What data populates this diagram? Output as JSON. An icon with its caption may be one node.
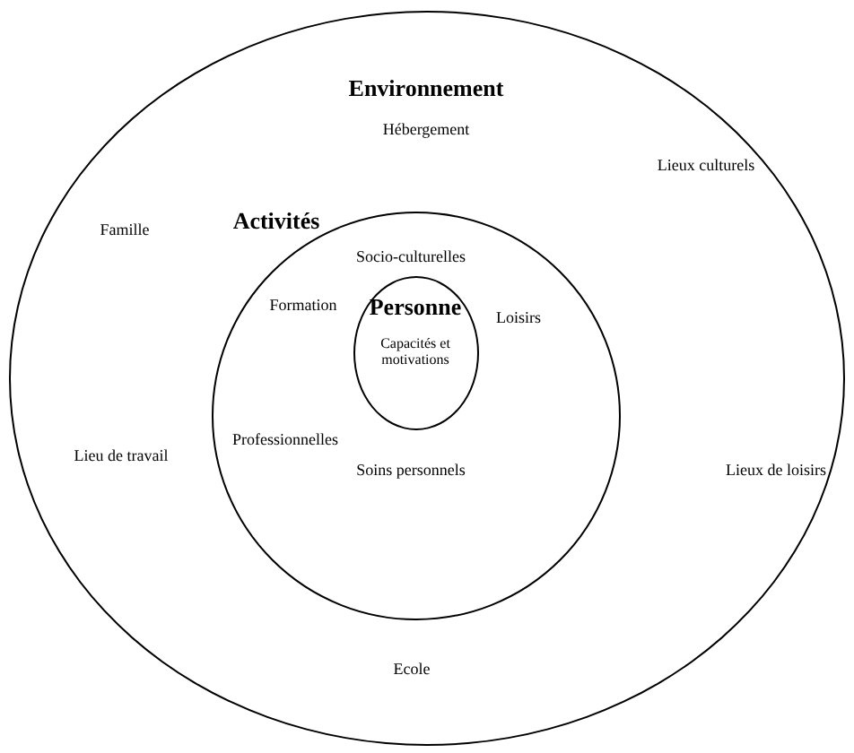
{
  "diagram": {
    "nodes": [
      {
        "text": [
          "Environnement",
          "Hébergement",
          "Lieux culturels",
          "Famille",
          "Lieu de travail",
          "Lieux de loisirs",
          "Ecole"
        ]
      },
      {
        "text": [
          "Activités",
          "Socio-culturelles",
          "Formation",
          "Loisirs",
          "Professionnelles",
          "Soins personnels"
        ],
        "in": 0
      },
      {
        "text": [
          "Personne",
          "Capacités et motivations"
        ],
        "in": 1
      }
    ]
  }
}
